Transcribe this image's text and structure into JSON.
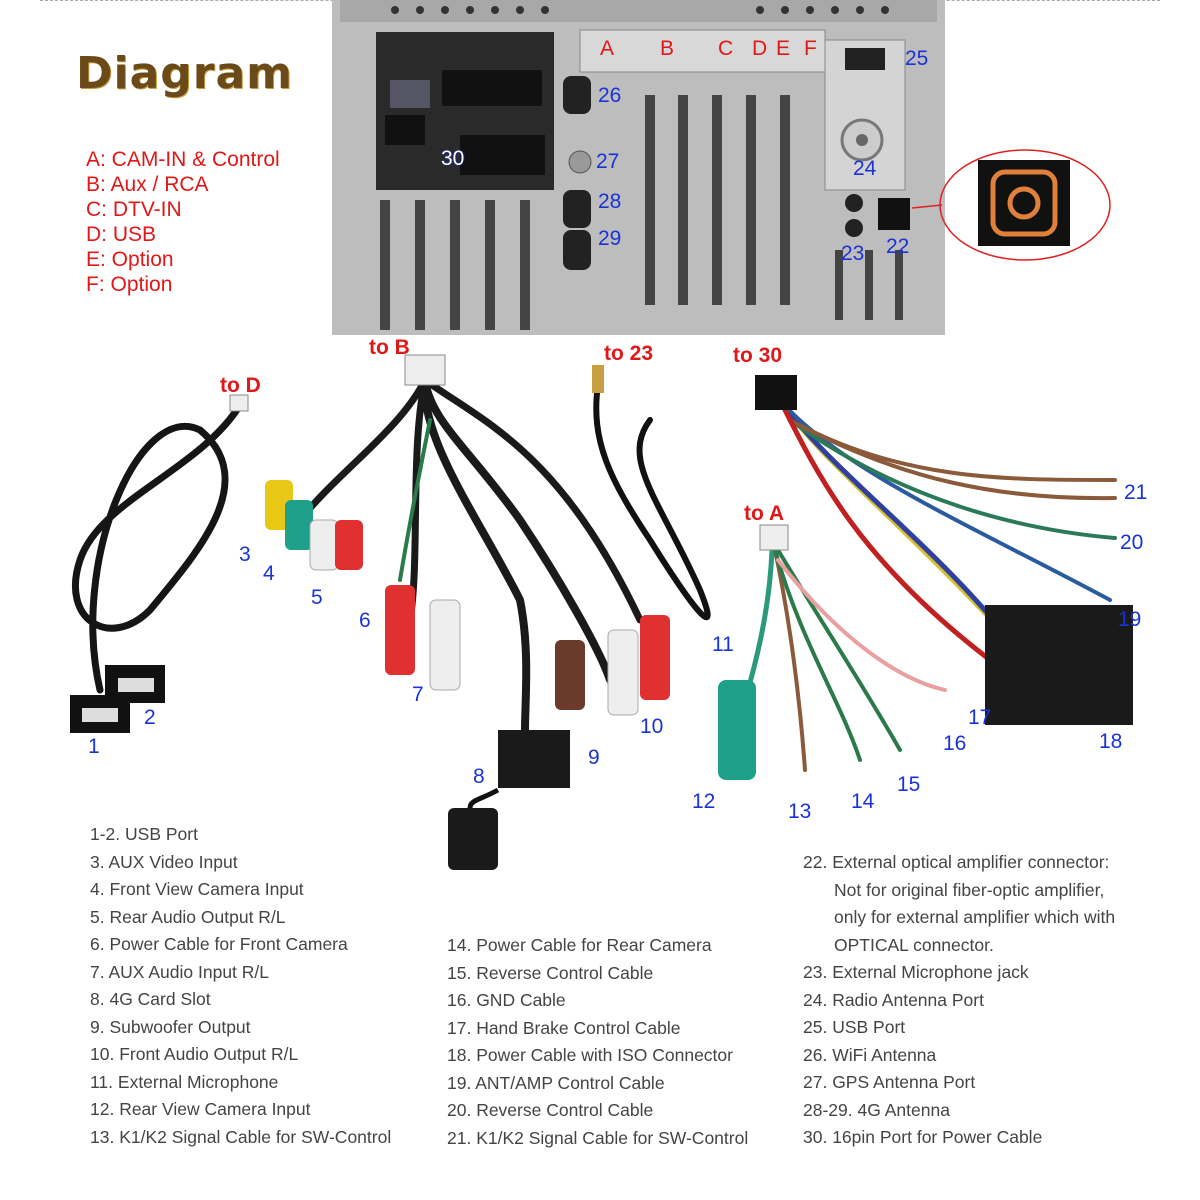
{
  "title": "Diagram",
  "port_key": [
    "A: CAM-IN & Control",
    "B: Aux / RCA",
    "C: DTV-IN",
    "D: USB",
    "E: Option",
    "F: Option"
  ],
  "port_letters": [
    "A",
    "B",
    "C",
    "D",
    "E",
    "F"
  ],
  "unit_numbers": [
    "26",
    "27",
    "28",
    "29",
    "30",
    "25",
    "24",
    "23",
    "22"
  ],
  "connect_labels": {
    "to_b": "to B",
    "to_d": "to D",
    "to_23": "to 23",
    "to_30": "to 30",
    "to_a": "to A"
  },
  "cable_numbers": [
    "1",
    "2",
    "3",
    "4",
    "5",
    "6",
    "7",
    "8",
    "9",
    "10",
    "11",
    "12",
    "13",
    "14",
    "15",
    "16",
    "17",
    "18",
    "19",
    "20",
    "21"
  ],
  "legend": {
    "col1": [
      "1-2. USB Port",
      "3. AUX Video Input",
      "4. Front View Camera Input",
      "5. Rear Audio Output R/L",
      "6. Power Cable for Front Camera",
      "7. AUX Audio Input R/L",
      "8. 4G Card Slot",
      "9. Subwoofer Output",
      "10. Front Audio Output R/L",
      "11. External Microphone",
      "12. Rear View Camera Input",
      "13. K1/K2 Signal Cable for SW-Control"
    ],
    "col2": [
      "14. Power Cable for Rear Camera",
      "15. Reverse Control Cable",
      "16. GND Cable",
      "17. Hand Brake Control Cable",
      "18. Power Cable with ISO Connector",
      "19. ANT/AMP Control Cable",
      "20. Reverse Control Cable",
      "21. K1/K2 Signal Cable for SW-Control"
    ],
    "col3": [
      "22. External optical amplifier connector:",
      "Not for original fiber-optic amplifier,",
      "only for external amplifier which with",
      "OPTICAL connector.",
      "23. External Microphone jack",
      "24. Radio Antenna Port",
      "25. USB Port",
      "26. WiFi Antenna",
      "27. GPS Antenna Port",
      "28-29. 4G Antenna",
      "30. 16pin Port for Power Cable"
    ]
  },
  "colors": {
    "key_red": "#e01818",
    "number_blue": "#1a33d6",
    "unit_gray": "#b8b8b8",
    "optical_orange": "#e0803a"
  }
}
